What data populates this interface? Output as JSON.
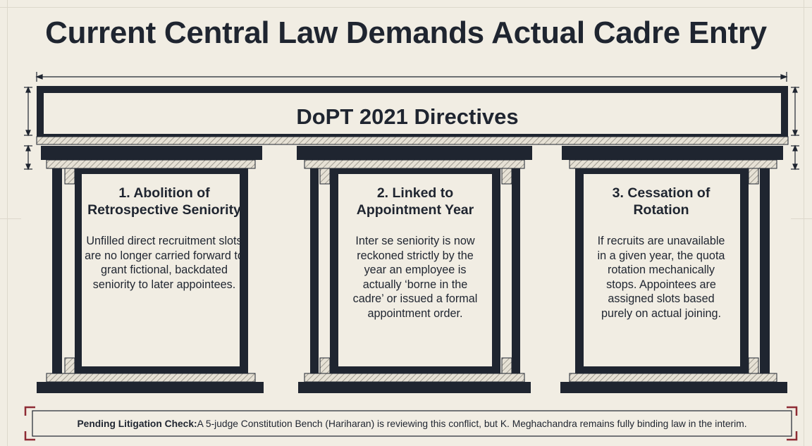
{
  "title": "Current Central Law Demands Actual Cadre Entry",
  "banner": "DoPT 2021 Directives",
  "pillars": [
    {
      "heading": "1. Abolition of Retrospective Seniority",
      "body": "Unfilled direct recruitment slots are no longer carried forward to grant fictional, backdated seniority to later appointees."
    },
    {
      "heading": "2. Linked to Appointment Year",
      "body": "Inter se seniority is now reckoned strictly by the year an employee is actually ‘borne in the cadre’ or issued a formal appointment order."
    },
    {
      "heading": "3. Cessation of Rotation",
      "body": "If recruits are unavailable in a given year, the quota rotation mechanically stops. Appointees are assigned slots based purely on actual joining."
    }
  ],
  "note": {
    "label": "Pending Litigation Check:",
    "text": " A 5-judge Constitution Bench (Hariharan) is reviewing this conflict, but K. Meghachandra remains fully binding law in the interim."
  },
  "colors": {
    "background": "#f1ede3",
    "ink": "#1f2530",
    "accent_red": "#8e2b34",
    "hatch": "#c9c4b8"
  }
}
